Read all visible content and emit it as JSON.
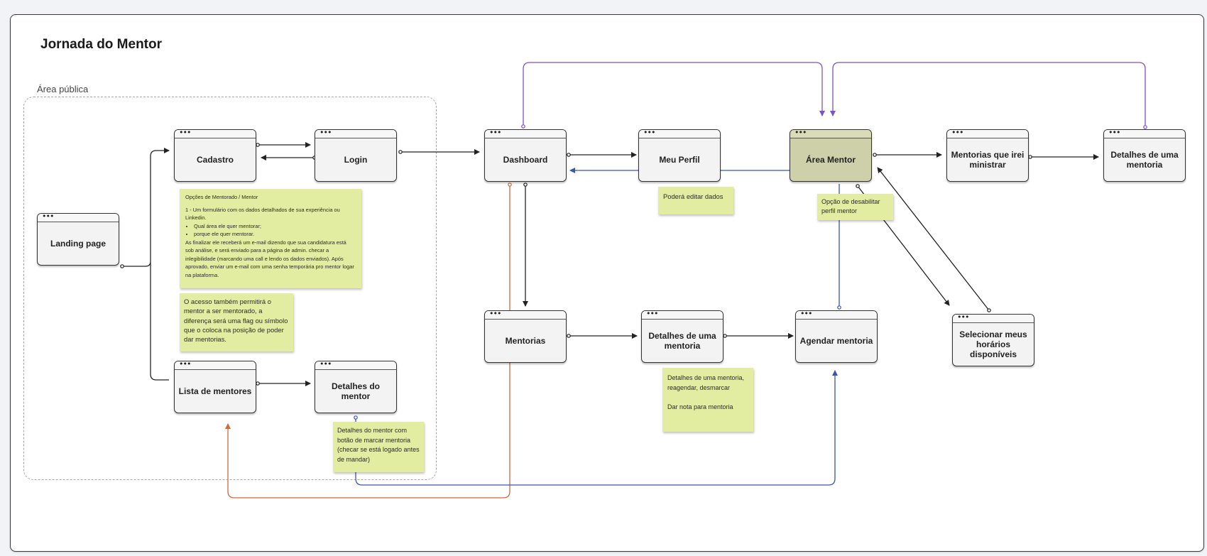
{
  "board": {
    "title": "Jornada do Mentor",
    "region_label": "Área pública"
  },
  "nodes": {
    "landing": "Landing page",
    "cadastro": "Cadastro",
    "login": "Login",
    "lista_mentores": "Lista de mentores",
    "detalhes_mentor": "Detalhes do mentor",
    "dashboard": "Dashboard",
    "meu_perfil": "Meu Perfil",
    "area_mentor": "Área Mentor",
    "mentorias_ministrar": "Mentorias que irei ministrar",
    "detalhes_mentoria_top": "Detalhes de uma mentoria",
    "mentorias": "Mentorias",
    "detalhes_mentoria": "Detalhes de uma mentoria",
    "agendar": "Agendar mentoria",
    "horarios": "Selecionar meus horários disponíveis"
  },
  "nodes_chrome": {
    "dots": "•••"
  },
  "notes": {
    "opcoes": {
      "title": "Opções de Mentorado / Mentor",
      "item1": "1 - Um formulário com os dados detalhados de sua experiência ou Linkedin.",
      "bullet1": "Qual área ele quer mentorar;",
      "bullet2": "porque ele quer mentorar.",
      "body": "As finalizar ele receberá um e-mail dizendo que sua candidatura está sob análise, e será enviado para a página de admin. checar a inlegibilidade (marcando uma call e lendo os dados enviados). Após aprovado, enviar um e-mail com uma senha temporária pro mentor logar na plataforma."
    },
    "acesso": "O acesso também permitirá o mentor a ser mentorado, a diferença será uma flag ou símbolo que o coloca na posição de poder dar mentorias.",
    "detalhes_mentor_note": "Detalhes do mentor com botão de marcar mentoria (checar se está logado antes de mandar)",
    "editar": "Poderá editar dados",
    "desabilitar": "Opção de desabilitar perfil mentor",
    "detalhes_mentoria_note": "Detalhes de uma mentoria, reagendar, desmarcar\n\nDar nota para mentoria"
  },
  "colors": {
    "note_bg": "#e3eda1",
    "black_wire": "#222222",
    "purple_wire": "#7d52c4",
    "orange_wire": "#d2683a",
    "blue_wire": "#3a55b0",
    "highlight_node": "#cdd0a8"
  }
}
